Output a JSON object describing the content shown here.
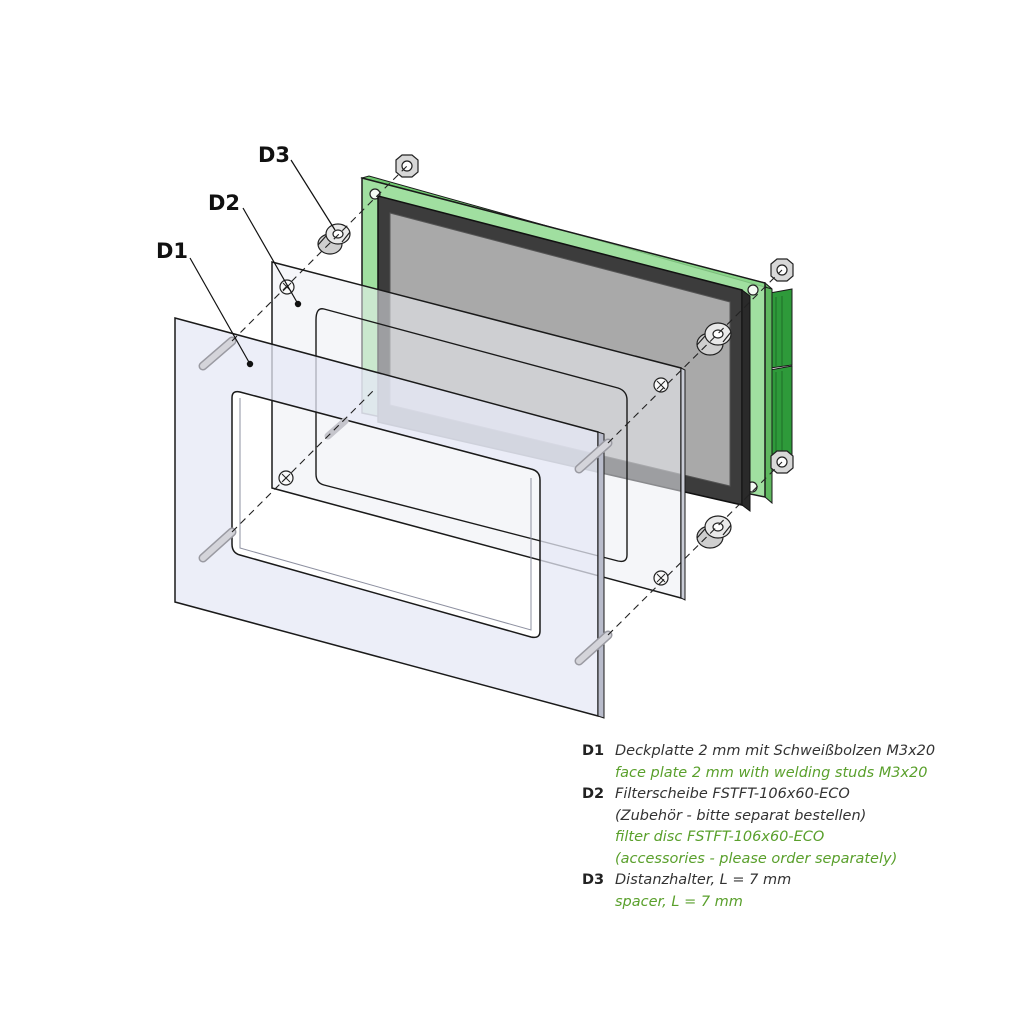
{
  "callouts": {
    "d1": "D1",
    "d2": "D2",
    "d3": "D3"
  },
  "legend": [
    {
      "code": "D1",
      "de": [
        "Deckplatte 2 mm mit Schweißbolzen M3x20"
      ],
      "en": [
        "face plate 2 mm with welding studs M3x20"
      ]
    },
    {
      "code": "D2",
      "de": [
        "Filterscheibe FSTFT-106x60-ECO",
        "(Zubehör - bitte separat bestellen)"
      ],
      "en": [
        "filter disc FSTFT-106x60-ECO",
        "(accessories - please order separately)"
      ]
    },
    {
      "code": "D3",
      "de": [
        "Distanzhalter, L = 7 mm"
      ],
      "en": [
        "spacer, L = 7 mm"
      ]
    }
  ],
  "colors": {
    "pcb": "#8fd98f",
    "connector": "#2e9a3a",
    "bezel": "#3c3c3c",
    "screen": "#a9a9a9",
    "plate": "#e6e8f6",
    "english_text": "#5aa02c"
  }
}
